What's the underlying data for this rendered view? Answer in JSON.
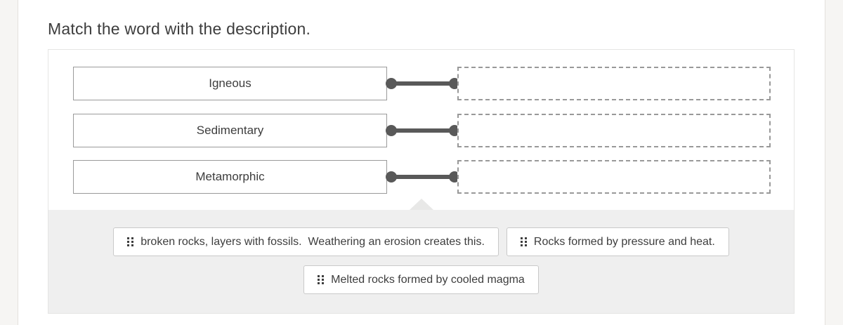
{
  "page": {
    "title": "Match the word with the description."
  },
  "matching": {
    "words": [
      {
        "label": "Igneous"
      },
      {
        "label": "Sedimentary"
      },
      {
        "label": "Metamorphic"
      }
    ],
    "drop_zones": [
      {
        "value": ""
      },
      {
        "value": ""
      },
      {
        "value": ""
      }
    ],
    "answers": [
      {
        "label": "broken rocks, layers with fossils.  Weathering an erosion creates this."
      },
      {
        "label": "Rocks formed by pressure and heat."
      },
      {
        "label": "Melted rocks formed by cooled magma"
      }
    ]
  },
  "icons": {
    "drag_handle": "drag-handle-dots"
  },
  "colors": {
    "connector": "#595959",
    "word_box_border": "#9a9a9a",
    "drop_zone_border": "#999999",
    "tray_background": "#efefef",
    "text": "#3d3d3d",
    "gutter": "#f6f5f3"
  }
}
